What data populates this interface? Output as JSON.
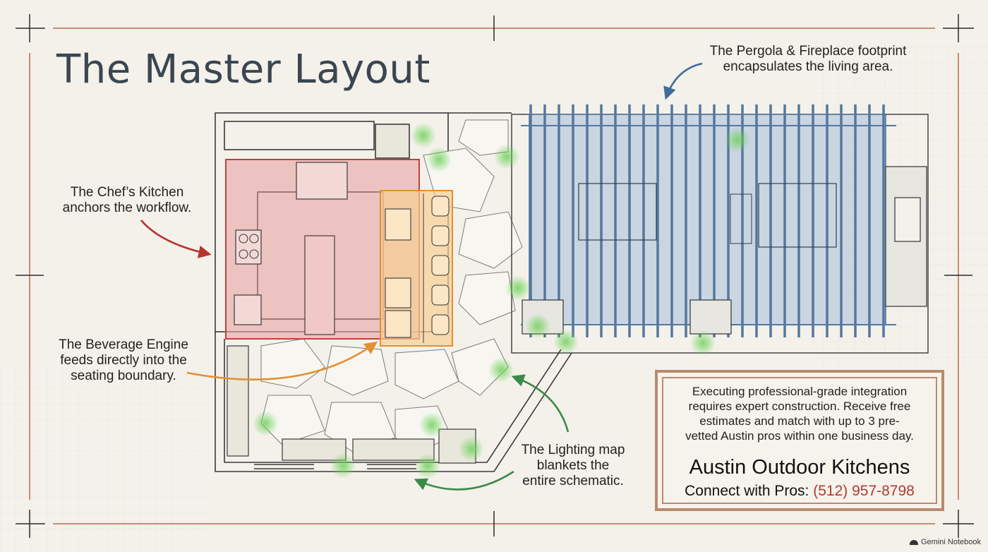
{
  "title": "The Master Layout",
  "callouts": {
    "pergola": [
      "The Pergola & Fireplace footprint",
      "encapsulates the living area."
    ],
    "kitchen": [
      "The Chef’s Kitchen",
      "anchors the workflow."
    ],
    "beverage": [
      "The Beverage Engine",
      "feeds directly into the",
      "seating boundary."
    ],
    "lighting": [
      "The Lighting map",
      "blankets the",
      "entire schematic."
    ]
  },
  "cta": {
    "body": [
      "Executing professional-grade integration",
      "requires expert construction. Receive free",
      "estimates and match with up to 3 pre-",
      "vetted Austin pros within one business day."
    ],
    "brand": "Austin Outdoor Kitchens",
    "connect_label": "Connect with Pros:",
    "phone": "(512) 957-8798"
  },
  "watermark": "Gemini Notebook",
  "colors": {
    "kitchen_zone": "#e8a5a3",
    "beverage_zone": "#f6cf93",
    "pergola_zone": "#b8c9de",
    "lighting_glow": "#7fd36a",
    "arrow_red": "#b8332c",
    "arrow_orange": "#e3902f",
    "arrow_blue": "#3f6b99",
    "arrow_green": "#3a8a48",
    "frame_line": "#c88f73"
  }
}
